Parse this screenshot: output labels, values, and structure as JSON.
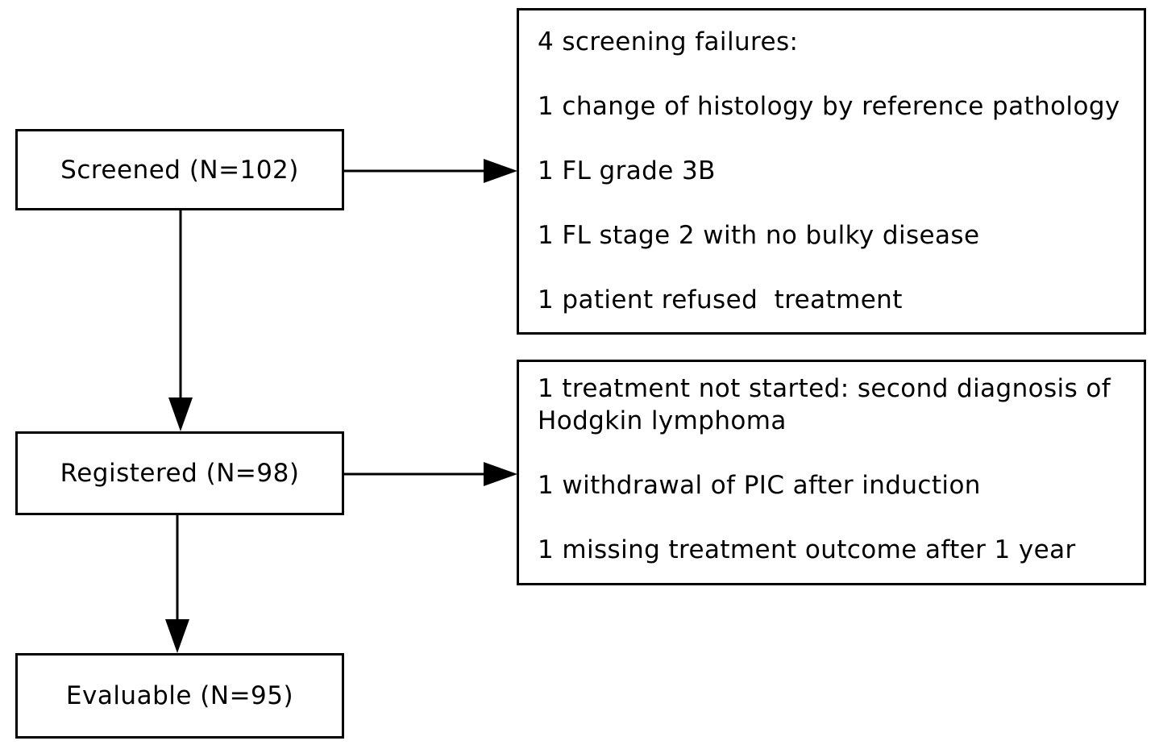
{
  "flow": {
    "screened": "Screened (N=102)",
    "registered": "Registered (N=98)",
    "evaluable": "Evaluable (N=95)"
  },
  "screening_failures": {
    "heading": "4 screening failures:",
    "items": [
      "1 change of histology by reference pathology",
      "1 FL grade 3B",
      "1 FL stage 2 with no bulky disease",
      "1 patient refused  treatment"
    ]
  },
  "exclusions": {
    "items": [
      "1 treatment not started: second diagnosis of Hodgkin lymphoma",
      "1 withdrawal of PIC after induction",
      "1 missing treatment outcome after 1 year"
    ]
  }
}
